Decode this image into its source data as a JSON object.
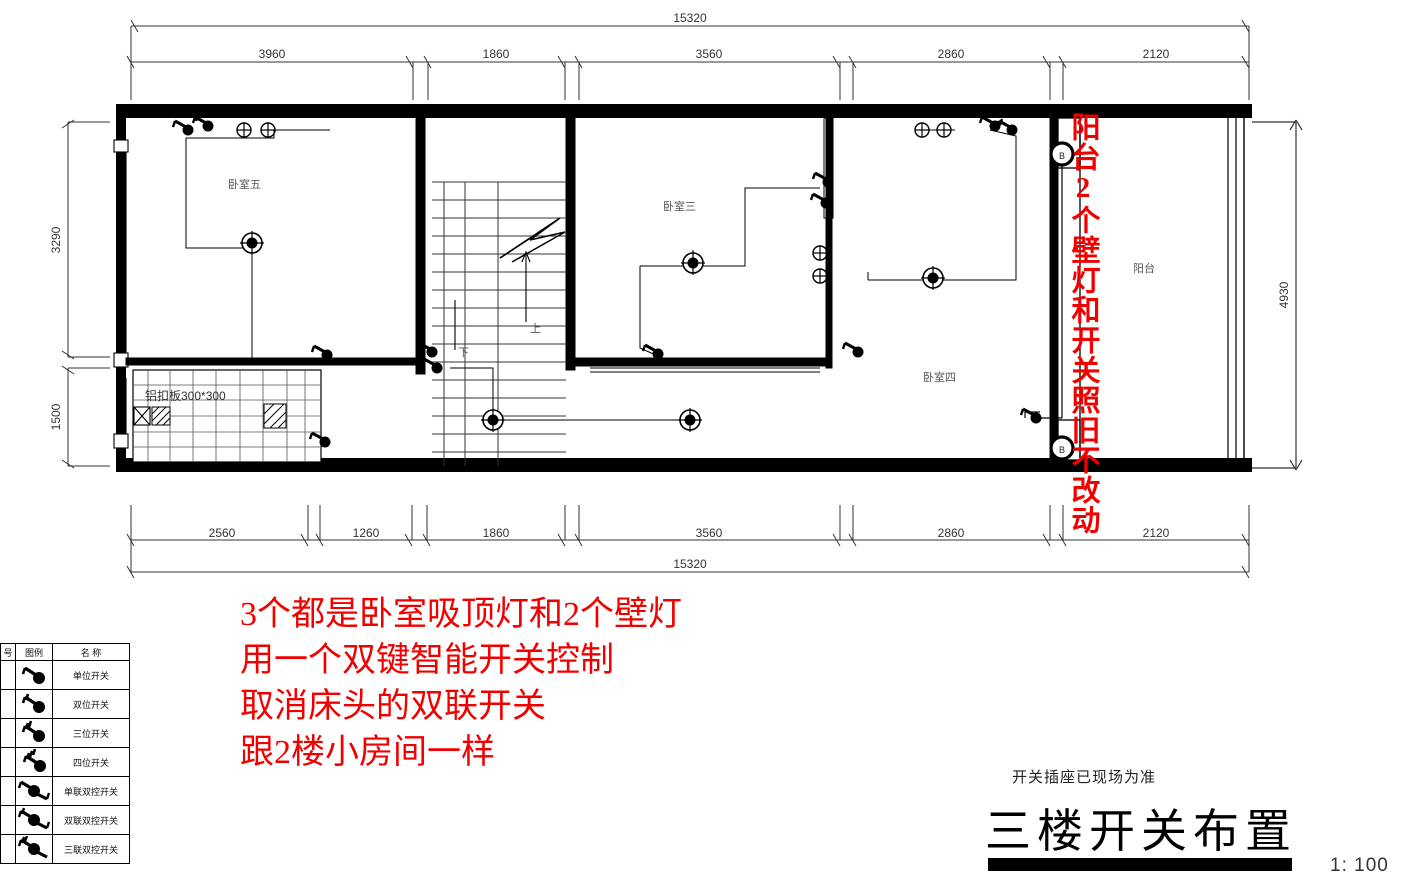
{
  "drawing": {
    "title": "三楼开关布置",
    "subtitle": "开关插座已现场为准",
    "scale": "1: 100"
  },
  "dimensions": {
    "top_total": "15320",
    "top_segments": [
      "3960",
      "1860",
      "3560",
      "2860",
      "2120"
    ],
    "bottom_total": "15320",
    "bottom_segments": [
      "2560",
      "1260",
      "1860",
      "3560",
      "2860",
      "2120"
    ],
    "left_segments": [
      "3290",
      "1500"
    ],
    "right_total": "4930"
  },
  "rooms": [
    {
      "label": "卧室五"
    },
    {
      "label": "卧室三"
    },
    {
      "label": "卧室四"
    },
    {
      "label": "阳台"
    }
  ],
  "annotations": {
    "ceiling_panel": "铝扣板300*300",
    "stair_up": "上",
    "stair_down": "下",
    "balcony_light_mark": "B",
    "red_note_lines": [
      "3个都是卧室吸顶灯和2个壁灯",
      "用一个双键智能开关控制",
      "取消床头的双联开关",
      "跟2楼小房间一样"
    ],
    "red_vertical_note": "阳台2个壁灯和开关照旧不改动"
  },
  "legend": {
    "headers": [
      "号",
      "图例",
      "名   称"
    ],
    "rows": [
      {
        "name": "单位开关",
        "symbol": "switch-1"
      },
      {
        "name": "双位开关",
        "symbol": "switch-2"
      },
      {
        "name": "三位开关",
        "symbol": "switch-3"
      },
      {
        "name": "四位开关",
        "symbol": "switch-4"
      },
      {
        "name": "单联双控开关",
        "symbol": "switch-1-2way"
      },
      {
        "name": "双联双控开关",
        "symbol": "switch-2-2way"
      },
      {
        "name": "三联双控开关",
        "symbol": "switch-3-2way"
      }
    ]
  },
  "colors": {
    "annotation_red": "#f20000",
    "line_black": "#000000",
    "dim_gray": "#333333"
  }
}
